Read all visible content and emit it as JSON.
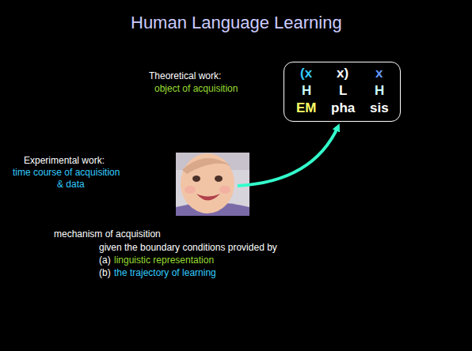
{
  "diagram": {
    "title": "Human Language Learning",
    "nodes": [
      {
        "text": [
          "(x",
          "x)",
          "x",
          "H",
          "L",
          "H",
          "EM",
          "pha",
          "sis"
        ]
      }
    ],
    "labels": [
      "Theoretical work:",
      "object of acquisition",
      "Experimental work:",
      "time course of acquisition",
      "& data",
      "mechanism of acquisition",
      "given the boundary conditions provided by",
      "(a)",
      "linguistic representation",
      "(b)",
      "the trajectory of learning"
    ]
  }
}
